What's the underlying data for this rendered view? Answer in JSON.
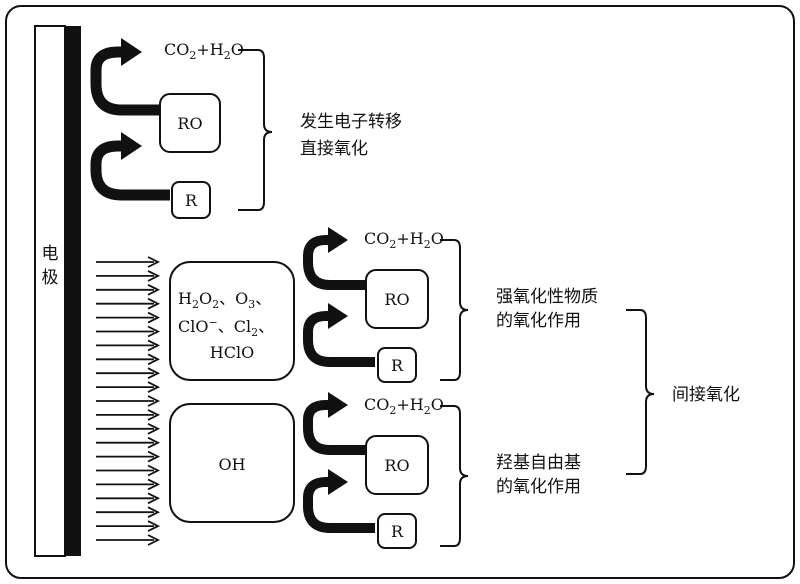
{
  "electrode": {
    "label": "电极"
  },
  "direct": {
    "products": {
      "main": "CO",
      "sub1": "2",
      "mid": "+H",
      "sub2": "2",
      "end": "O"
    },
    "ro": "RO",
    "r": "R",
    "label_line1": "发生电子转移",
    "label_line2": "直接氧化"
  },
  "strong": {
    "oxidants_line1": {
      "a": "H",
      "a_sub1": "2",
      "b": "O",
      "b_sub1": "2",
      "c": "、O",
      "c_sub": "3",
      "d": "、"
    },
    "oxidants_line2": {
      "a": "ClO",
      "a_sup": "−",
      "b": "、Cl",
      "b_sub": "2",
      "c": "、"
    },
    "oxidants_line3": "HClO",
    "products": {
      "main": "CO",
      "sub1": "2",
      "mid": "+H",
      "sub2": "2",
      "end": "O"
    },
    "ro": "RO",
    "r": "R",
    "label_line1": "强氧化性物质",
    "label_line2": "的氧化作用"
  },
  "hydroxyl": {
    "oxidant": "OH",
    "products": {
      "main": "CO",
      "sub1": "2",
      "mid": "+H",
      "sub2": "2",
      "end": "O"
    },
    "ro": "RO",
    "r": "R",
    "label_line1": "羟基自由基",
    "label_line2": "的氧化作用"
  },
  "indirect": {
    "label": "间接氧化"
  }
}
